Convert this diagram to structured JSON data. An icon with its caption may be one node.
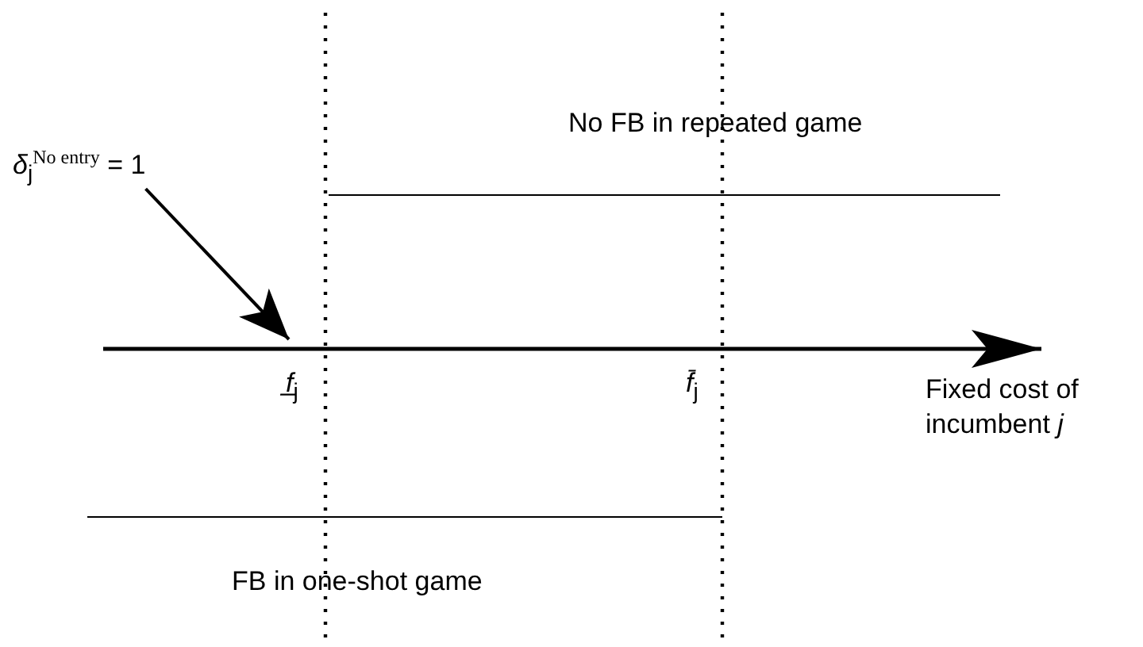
{
  "diagram": {
    "nodes": [
      {
        "text": [
          "*δ*$_{j}$$^{No entry}$ = 1"
        ]
      },
      {
        "text": [],
        "shape": "axis"
      }
    ],
    "edges": [
      {
        "from": 0,
        "to": 1,
        "arrow": "to"
      }
    ],
    "labels": [
      "No FB in repeated game",
      "*f̲*$_{j}$",
      "*f̄*$_{j}$",
      "Fixed cost of incumbent *j*",
      "FB in one-shot game"
    ]
  }
}
